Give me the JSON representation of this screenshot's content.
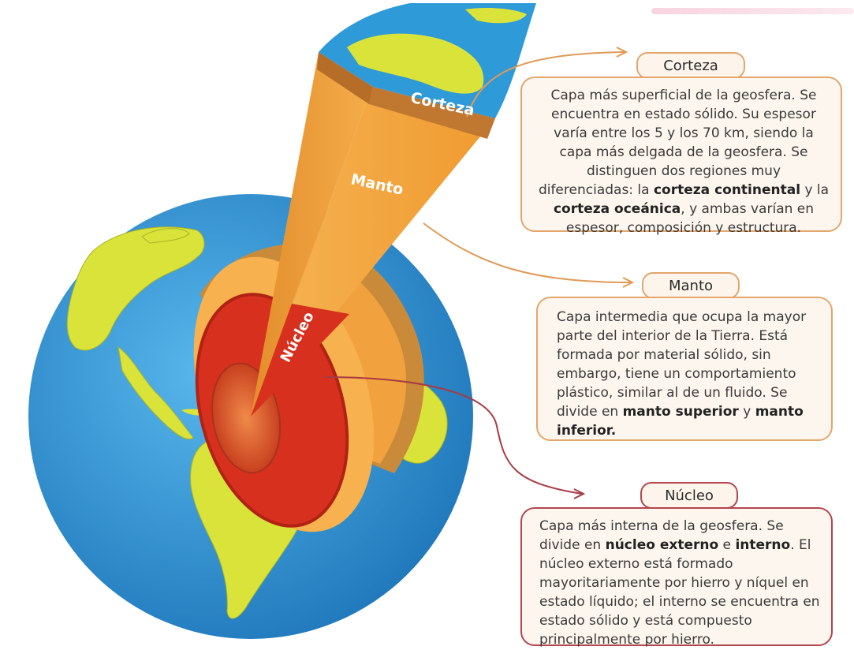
{
  "labels": {
    "corteza": "Corteza",
    "manto": "Manto",
    "nucleo": "Núcleo"
  },
  "panels": {
    "corteza": {
      "title": "Corteza",
      "text_1": "Capa más superficial de la geosfera. Se encuentra en estado sólido. Su espesor varía entre los 5 y los 70 km, siendo la capa más delgada de la geosfera. Se distinguen dos regiones muy diferenciadas: la ",
      "bold_1": "corteza continental",
      "text_2": " y la ",
      "bold_2": "corteza oceánica",
      "text_3": ", y ambas varían en espesor, composición y estructura."
    },
    "manto": {
      "title": "Manto",
      "text_1": "Capa intermedia que ocupa la mayor parte del interior de la Tierra. Está formada por material sólido, sin embargo, tiene un comportamiento plástico, similar al de un fluido. Se divide en ",
      "bold_1": "manto superior",
      "text_2": " y ",
      "bold_2": "manto inferior."
    },
    "nucleo": {
      "title": "Núcleo",
      "text_1": "Capa más interna de la geosfera. Se divide en ",
      "bold_1": "núcleo externo",
      "text_2": " e ",
      "bold_2": "interno",
      "text_3": ". El núcleo externo está formado mayoritariamente por hierro y níquel en estado líquido; el interno se encuentra en estado sólido y está compuesto principalmente por hierro."
    }
  },
  "colors": {
    "ocean": "#2f9ad8",
    "land": "#d9e33a",
    "crust": "#c98a3a",
    "mantle": "#f1a23e",
    "core_outer": "#d8301e",
    "core_inner": "#e2623a",
    "border_orange": "#e3a66d",
    "border_red": "#b3464f"
  }
}
